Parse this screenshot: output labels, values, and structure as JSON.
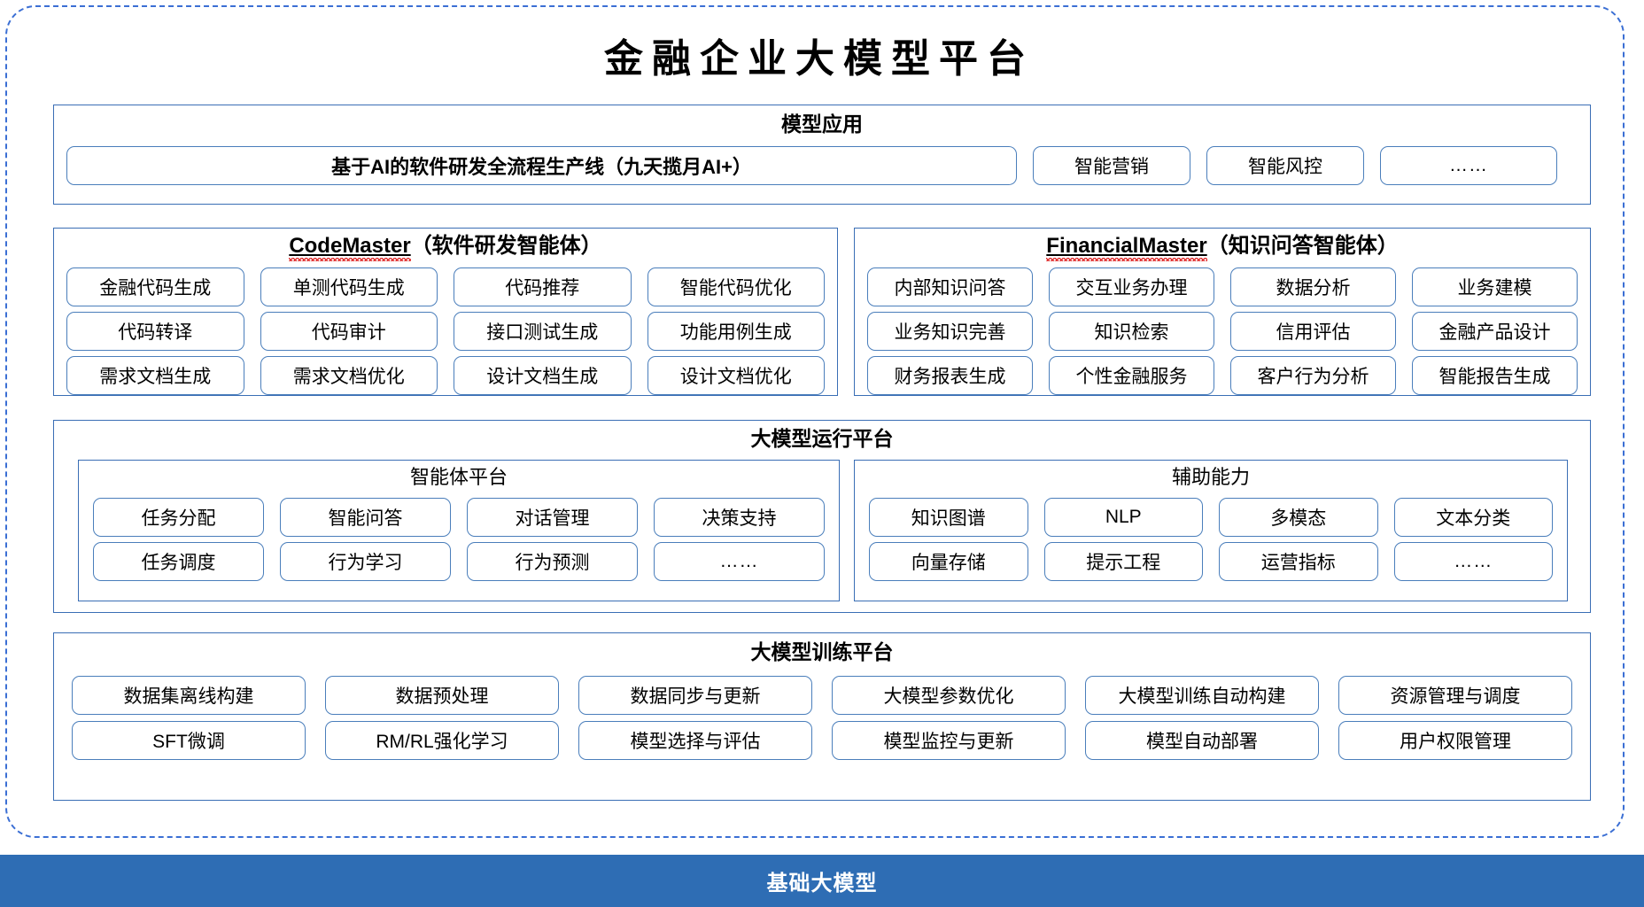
{
  "title": "金融企业大模型平台",
  "colors": {
    "frame_border": "#3b6fd4",
    "panel_border": "#3a6eb5",
    "box_border": "#4a7ebb",
    "base_bar_bg": "#2e6db4",
    "spellcheck_squiggle": "#e03030"
  },
  "applications": {
    "title": "模型应用",
    "main": "基于AI的软件研发全流程生产线（九天揽月AI+）",
    "items": [
      "智能营销",
      "智能风控"
    ],
    "more": "……"
  },
  "agents": [
    {
      "name_en": "CodeMaster",
      "name_cn": "（软件研发智能体）",
      "rows": [
        [
          "金融代码生成",
          "单测代码生成",
          "代码推荐",
          "智能代码优化"
        ],
        [
          "代码转译",
          "代码审计",
          "接口测试生成",
          "功能用例生成"
        ],
        [
          "需求文档生成",
          "需求文档优化",
          "设计文档生成",
          "设计文档优化"
        ]
      ]
    },
    {
      "name_en": "FinancialMaster",
      "name_cn": "（知识问答智能体）",
      "rows": [
        [
          "内部知识问答",
          "交互业务办理",
          "数据分析",
          "业务建模"
        ],
        [
          "业务知识完善",
          "知识检索",
          "信用评估",
          "金融产品设计"
        ],
        [
          "财务报表生成",
          "个性金融服务",
          "客户行为分析",
          "智能报告生成"
        ]
      ]
    }
  ],
  "runtime": {
    "title": "大模型运行平台",
    "sections": [
      {
        "title": "智能体平台",
        "rows": [
          [
            "任务分配",
            "智能问答",
            "对话管理",
            "决策支持"
          ],
          [
            "任务调度",
            "行为学习",
            "行为预测",
            "……"
          ]
        ]
      },
      {
        "title": "辅助能力",
        "rows": [
          [
            "知识图谱",
            "NLP",
            "多模态",
            "文本分类"
          ],
          [
            "向量存储",
            "提示工程",
            "运营指标",
            "……"
          ]
        ]
      }
    ]
  },
  "training": {
    "title": "大模型训练平台",
    "rows": [
      [
        "数据集离线构建",
        "数据预处理",
        "数据同步与更新",
        "大模型参数优化",
        "大模型训练自动构建",
        "资源管理与调度"
      ],
      [
        "SFT微调",
        "RM/RL强化学习",
        "模型选择与评估",
        "模型监控与更新",
        "模型自动部署",
        "用户权限管理"
      ]
    ]
  },
  "base": {
    "label": "基础大模型"
  }
}
